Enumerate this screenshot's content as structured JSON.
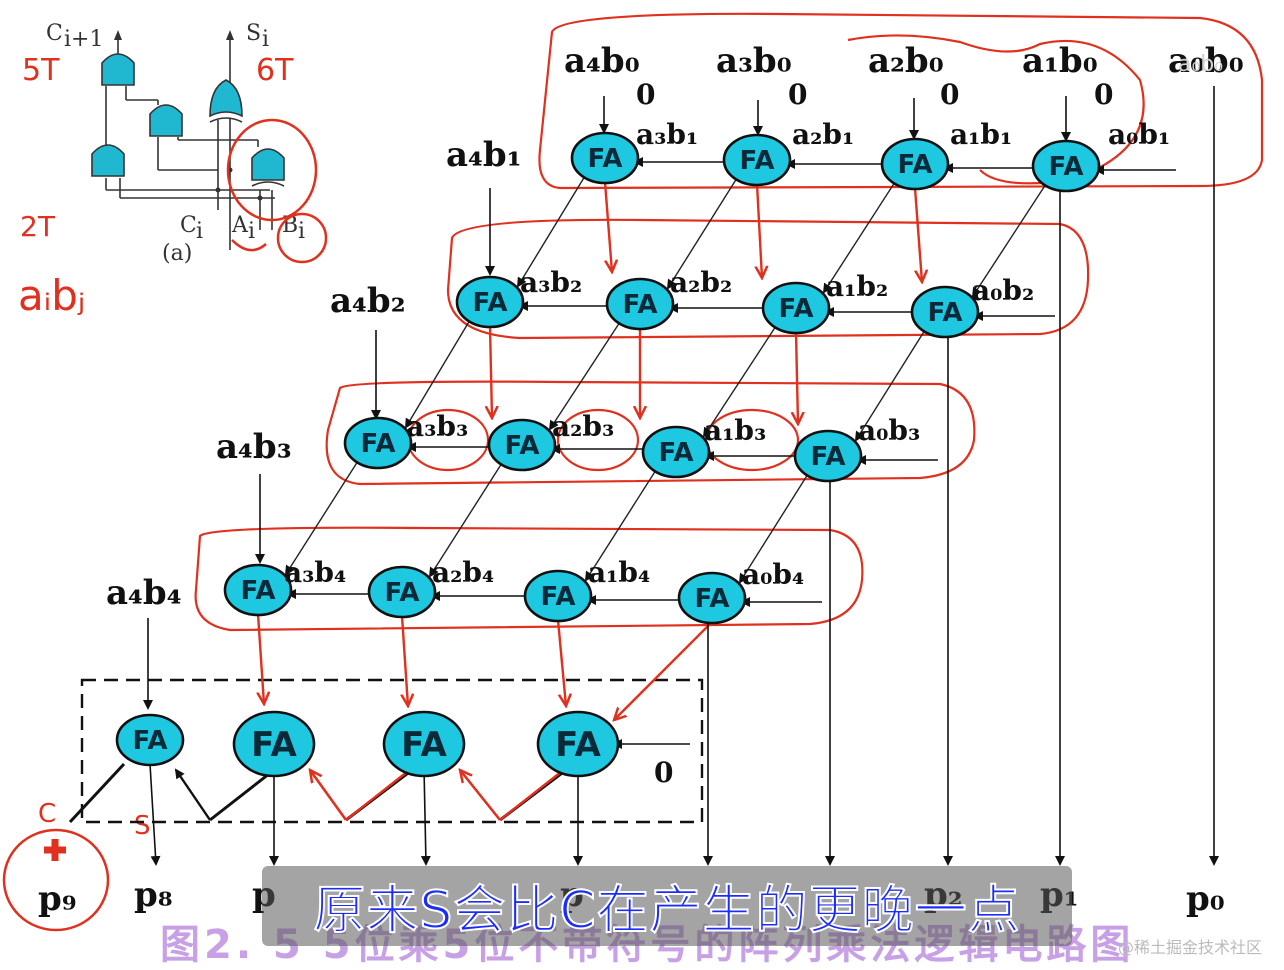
{
  "row1_inputs": [
    "a₄b₀",
    "a₃b₀",
    "a₂b₀",
    "a₁b₀"
  ],
  "row1_top_right": "a₀b₀",
  "rows": [
    {
      "left": "a₄b₁",
      "labels": [
        "a₃b₁",
        "a₂b₁",
        "a₁b₁",
        "a₀b₁"
      ]
    },
    {
      "left": "a₄b₂",
      "labels": [
        "a₃b₂",
        "a₂b₂",
        "a₁b₂",
        "a₀b₂"
      ]
    },
    {
      "left": "a₄b₃",
      "labels": [
        "a₃b₃",
        "a₂b₃",
        "a₁b₃",
        "a₀b₃"
      ]
    },
    {
      "left": "a₄b₄",
      "labels": [
        "a₃b₄",
        "a₂b₄",
        "a₁b₄",
        "a₀b₄"
      ]
    }
  ],
  "fa_label": "FA",
  "zero": "0",
  "outputs": [
    "p₉",
    "p₈",
    "p",
    "p",
    "p₂",
    "p₁",
    "p₀"
  ],
  "gate_diagram": {
    "c_out": "C",
    "c_out_sub": "i+1",
    "s_out": "S",
    "s_out_sub": "i",
    "c_in": "C",
    "a_in": "A",
    "b_in": "B",
    "sub_i": "i",
    "caption": "(a)"
  },
  "handwriting": {
    "t5": "5T",
    "t6": "6T",
    "t2": "2T",
    "aibj": "aᵢbⱼ",
    "c": "C",
    "s": "S"
  },
  "subtitle": "原来S会比C在产生的更晚一点",
  "caption": "图2. 5  5位乘5位不带符号的阵列乘法逻辑电路图",
  "watermark": "@稀土掘金技术社区",
  "watermark_top": "a₀b₀"
}
